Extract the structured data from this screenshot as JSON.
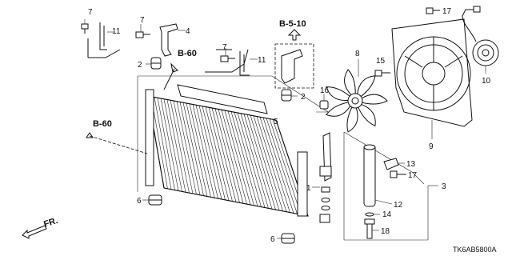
{
  "callouts": [
    {
      "id": "7a",
      "text": "7"
    },
    {
      "id": "11a",
      "text": "11"
    },
    {
      "id": "7b",
      "text": "7"
    },
    {
      "id": "4",
      "text": "4"
    },
    {
      "id": "2a",
      "text": "2"
    },
    {
      "id": "7c",
      "text": "7"
    },
    {
      "id": "11b",
      "text": "11"
    },
    {
      "id": "2b",
      "text": "2"
    },
    {
      "id": "8",
      "text": "8"
    },
    {
      "id": "15",
      "text": "15"
    },
    {
      "id": "16",
      "text": "16"
    },
    {
      "id": "17a",
      "text": "17"
    },
    {
      "id": "10",
      "text": "10"
    },
    {
      "id": "5",
      "text": "5"
    },
    {
      "id": "9",
      "text": "9"
    },
    {
      "id": "13",
      "text": "13"
    },
    {
      "id": "17b",
      "text": "17"
    },
    {
      "id": "1",
      "text": "1"
    },
    {
      "id": "3",
      "text": "3"
    },
    {
      "id": "12",
      "text": "12"
    },
    {
      "id": "14",
      "text": "14"
    },
    {
      "id": "6a",
      "text": "6"
    },
    {
      "id": "6b",
      "text": "6"
    },
    {
      "id": "18",
      "text": "18"
    }
  ],
  "references": {
    "b510": "B-5-10",
    "b60_top": "B-60",
    "b60_left": "B-60"
  },
  "direction_label": "FR.",
  "diagram_code": "TK6AB5800A"
}
